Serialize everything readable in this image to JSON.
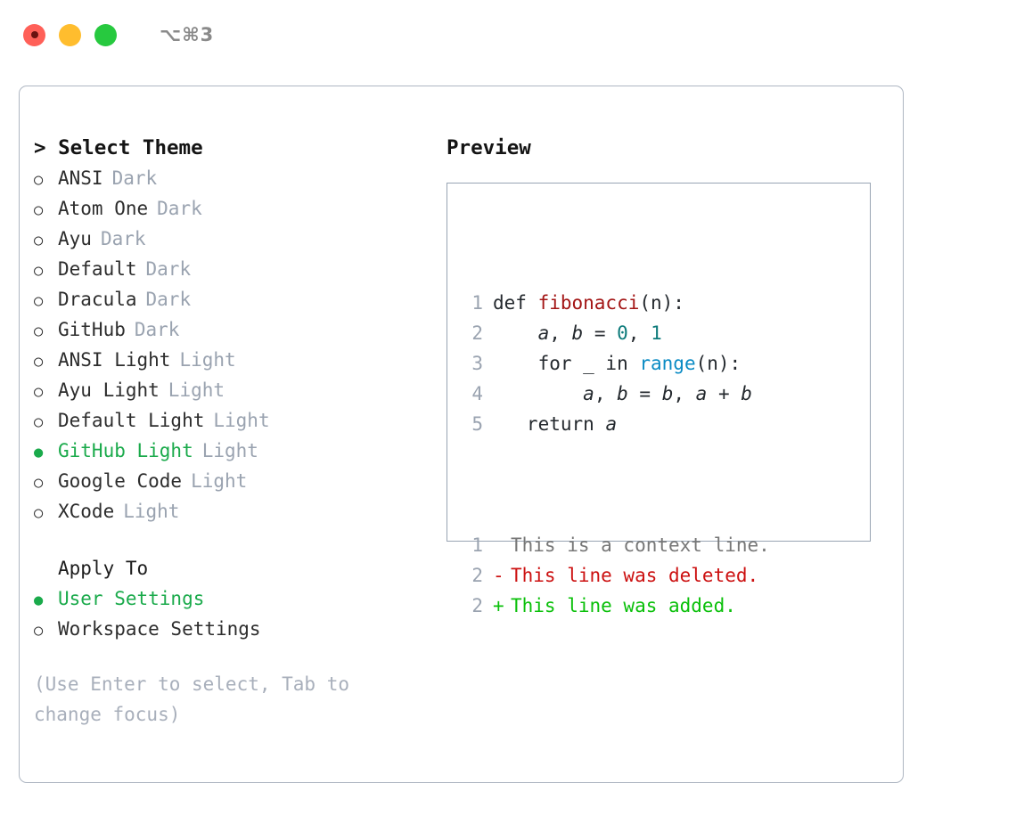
{
  "titlebar": {
    "shortcut": "⌥⌘3",
    "buttons": [
      "close",
      "minimize",
      "maximize"
    ]
  },
  "theme_picker": {
    "header": "> Select Theme",
    "caret": ">",
    "header_label": "Select Theme",
    "bullet_unselected": "○",
    "bullet_selected": "●",
    "items": [
      {
        "label": "ANSI",
        "tag": "Dark",
        "selected": false
      },
      {
        "label": "Atom One",
        "tag": "Dark",
        "selected": false
      },
      {
        "label": "Ayu",
        "tag": "Dark",
        "selected": false
      },
      {
        "label": "Default",
        "tag": "Dark",
        "selected": false
      },
      {
        "label": "Dracula",
        "tag": "Dark",
        "selected": false
      },
      {
        "label": "GitHub",
        "tag": "Dark",
        "selected": false
      },
      {
        "label": "ANSI Light",
        "tag": "Light",
        "selected": false
      },
      {
        "label": "Ayu Light",
        "tag": "Light",
        "selected": false
      },
      {
        "label": "Default Light",
        "tag": "Light",
        "selected": false
      },
      {
        "label": "GitHub Light",
        "tag": "Light",
        "selected": true
      },
      {
        "label": "Google Code",
        "tag": "Light",
        "selected": false
      },
      {
        "label": "XCode",
        "tag": "Light",
        "selected": false
      }
    ]
  },
  "apply_to": {
    "header": "Apply To",
    "items": [
      {
        "label": "User Settings",
        "selected": true
      },
      {
        "label": "Workspace Settings",
        "selected": false
      }
    ]
  },
  "hint": "(Use Enter to select, Tab to change focus)",
  "preview": {
    "title": "Preview",
    "code_lines": [
      {
        "number": "1",
        "tokens": [
          {
            "text": "def ",
            "kind": "plain"
          },
          {
            "text": "fibonacci",
            "kind": "func"
          },
          {
            "text": "(n):",
            "kind": "plain"
          }
        ]
      },
      {
        "number": "2",
        "tokens": [
          {
            "text": "    ",
            "kind": "plain"
          },
          {
            "text": "a",
            "kind": "var"
          },
          {
            "text": ", ",
            "kind": "plain"
          },
          {
            "text": "b",
            "kind": "var"
          },
          {
            "text": " = ",
            "kind": "plain"
          },
          {
            "text": "0",
            "kind": "num"
          },
          {
            "text": ", ",
            "kind": "plain"
          },
          {
            "text": "1",
            "kind": "num"
          }
        ]
      },
      {
        "number": "3",
        "tokens": [
          {
            "text": "    for _ in ",
            "kind": "plain"
          },
          {
            "text": "range",
            "kind": "builtin"
          },
          {
            "text": "(n):",
            "kind": "plain"
          }
        ]
      },
      {
        "number": "4",
        "tokens": [
          {
            "text": "        ",
            "kind": "plain"
          },
          {
            "text": "a",
            "kind": "var"
          },
          {
            "text": ", ",
            "kind": "plain"
          },
          {
            "text": "b",
            "kind": "var"
          },
          {
            "text": " = ",
            "kind": "plain"
          },
          {
            "text": "b",
            "kind": "var"
          },
          {
            "text": ", ",
            "kind": "plain"
          },
          {
            "text": "a",
            "kind": "var"
          },
          {
            "text": " + ",
            "kind": "plain"
          },
          {
            "text": "b",
            "kind": "var"
          }
        ]
      },
      {
        "number": "5",
        "tokens": [
          {
            "text": "   return ",
            "kind": "plain"
          },
          {
            "text": "a",
            "kind": "var"
          }
        ]
      }
    ],
    "diff_lines": [
      {
        "number": "1",
        "marker": " ",
        "text": "This is a context line.",
        "kind": "context"
      },
      {
        "number": "2",
        "marker": "-",
        "text": "This line was deleted.",
        "kind": "del"
      },
      {
        "number": "2",
        "marker": "+",
        "text": "This line was added.",
        "kind": "add"
      }
    ]
  },
  "colors": {
    "selected_green": "#1aaa4b",
    "tag_gray": "#9aa3b0",
    "hint_gray": "#a8afbb",
    "panel_border": "#aeb6c2",
    "preview_border": "#98a4b3",
    "func_red": "#a31515",
    "number_teal": "#0c7a7a",
    "builtin_blue": "#0a8bc4",
    "diff_del_red": "#cc1111",
    "diff_add_green": "#0ac00a",
    "diff_context_gray": "#777777",
    "light_close": "#ff6058",
    "light_min": "#ffbd2e",
    "light_max": "#27c93f"
  }
}
